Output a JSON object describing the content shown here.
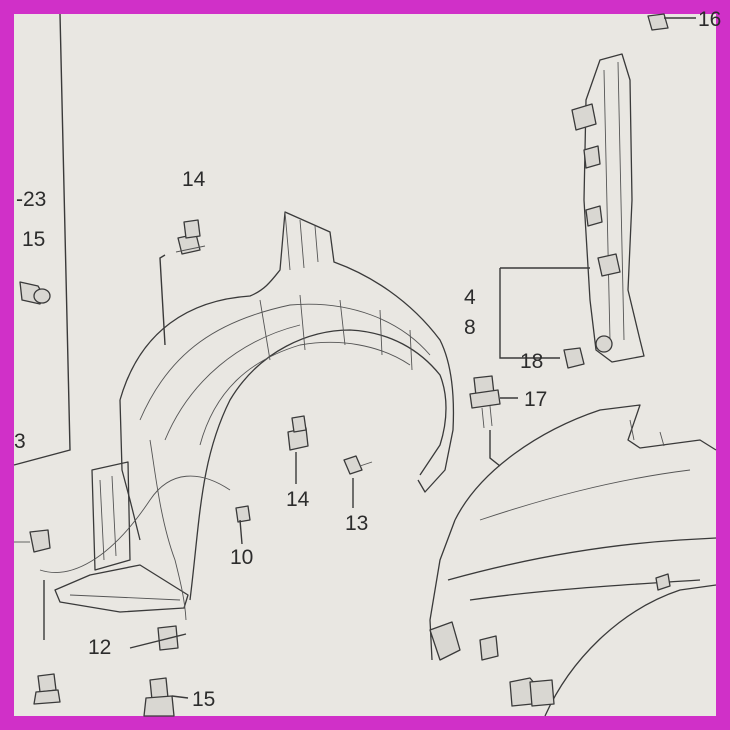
{
  "diagram": {
    "border_color": "#d030c8",
    "paper_color": "#e9e7e2",
    "callouts": {
      "c14_top": "14",
      "c23": "-23",
      "c15_left": "15",
      "c3": "3",
      "c4": "4",
      "c8": "8",
      "c18": "18",
      "c17": "17",
      "c14_mid": "14",
      "c13": "13",
      "c10": "10",
      "c12": "12",
      "c15_bottom": "15",
      "c16": "16"
    }
  }
}
